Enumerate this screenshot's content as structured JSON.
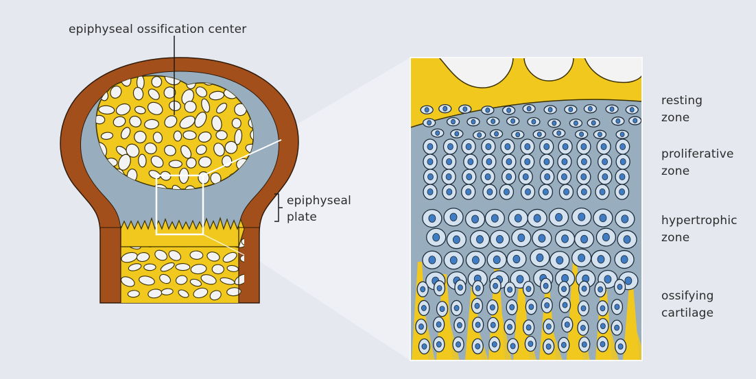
{
  "labels": {
    "ossification_center": "epiphyseal ossification center",
    "plate_line1": "epiphyseal",
    "plate_line2": "plate",
    "resting_1": "resting",
    "resting_2": "zone",
    "proliferative_1": "proliferative",
    "proliferative_2": "zone",
    "hypertrophic_1": "hypertrophic",
    "hypertrophic_2": "zone",
    "ossifying_1": "ossifying",
    "ossifying_2": "cartilage"
  },
  "colors": {
    "background": "#e6e8f0",
    "cortex": "#a34f1b",
    "cartilage": "#98aebf",
    "bone": "#f1c81e",
    "bone_outline": "#3a3000",
    "cell_fill": "#d4e2ef",
    "nucleus": "#3f7cc4",
    "marrow": "#f3f3f3"
  }
}
